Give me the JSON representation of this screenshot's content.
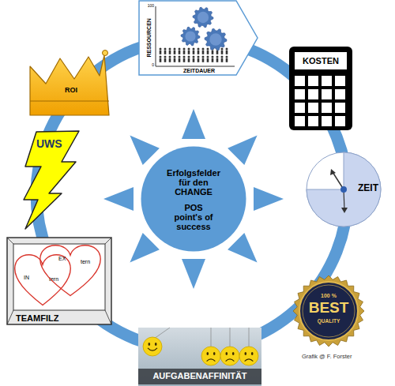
{
  "diagram": {
    "nodes": [
      {
        "text": [
          "Erfolgsfelder für den CHANGE",
          "POS point's of success"
        ]
      },
      {
        "text": [
          "RESSOURCEN",
          "ZEITDAUER",
          "100",
          "0"
        ]
      },
      {
        "text": [
          "KOSTEN"
        ]
      },
      {
        "text": [
          "ZEIT"
        ]
      },
      {
        "text": [
          "100 %",
          "BEST",
          "QUALITY"
        ]
      },
      {
        "text": [
          "AUFGABENAFFINITÄT"
        ]
      },
      {
        "text": [
          "TEAMFILZ"
        ]
      },
      {
        "text": [
          "IN",
          "tern"
        ],
        "in": 6
      },
      {
        "text": [
          "EX",
          "tern"
        ],
        "in": 6
      },
      {
        "text": [
          "UWS"
        ]
      },
      {
        "text": [
          "ROI"
        ]
      }
    ],
    "labels": [
      "Grafik @ F. Forster"
    ]
  }
}
